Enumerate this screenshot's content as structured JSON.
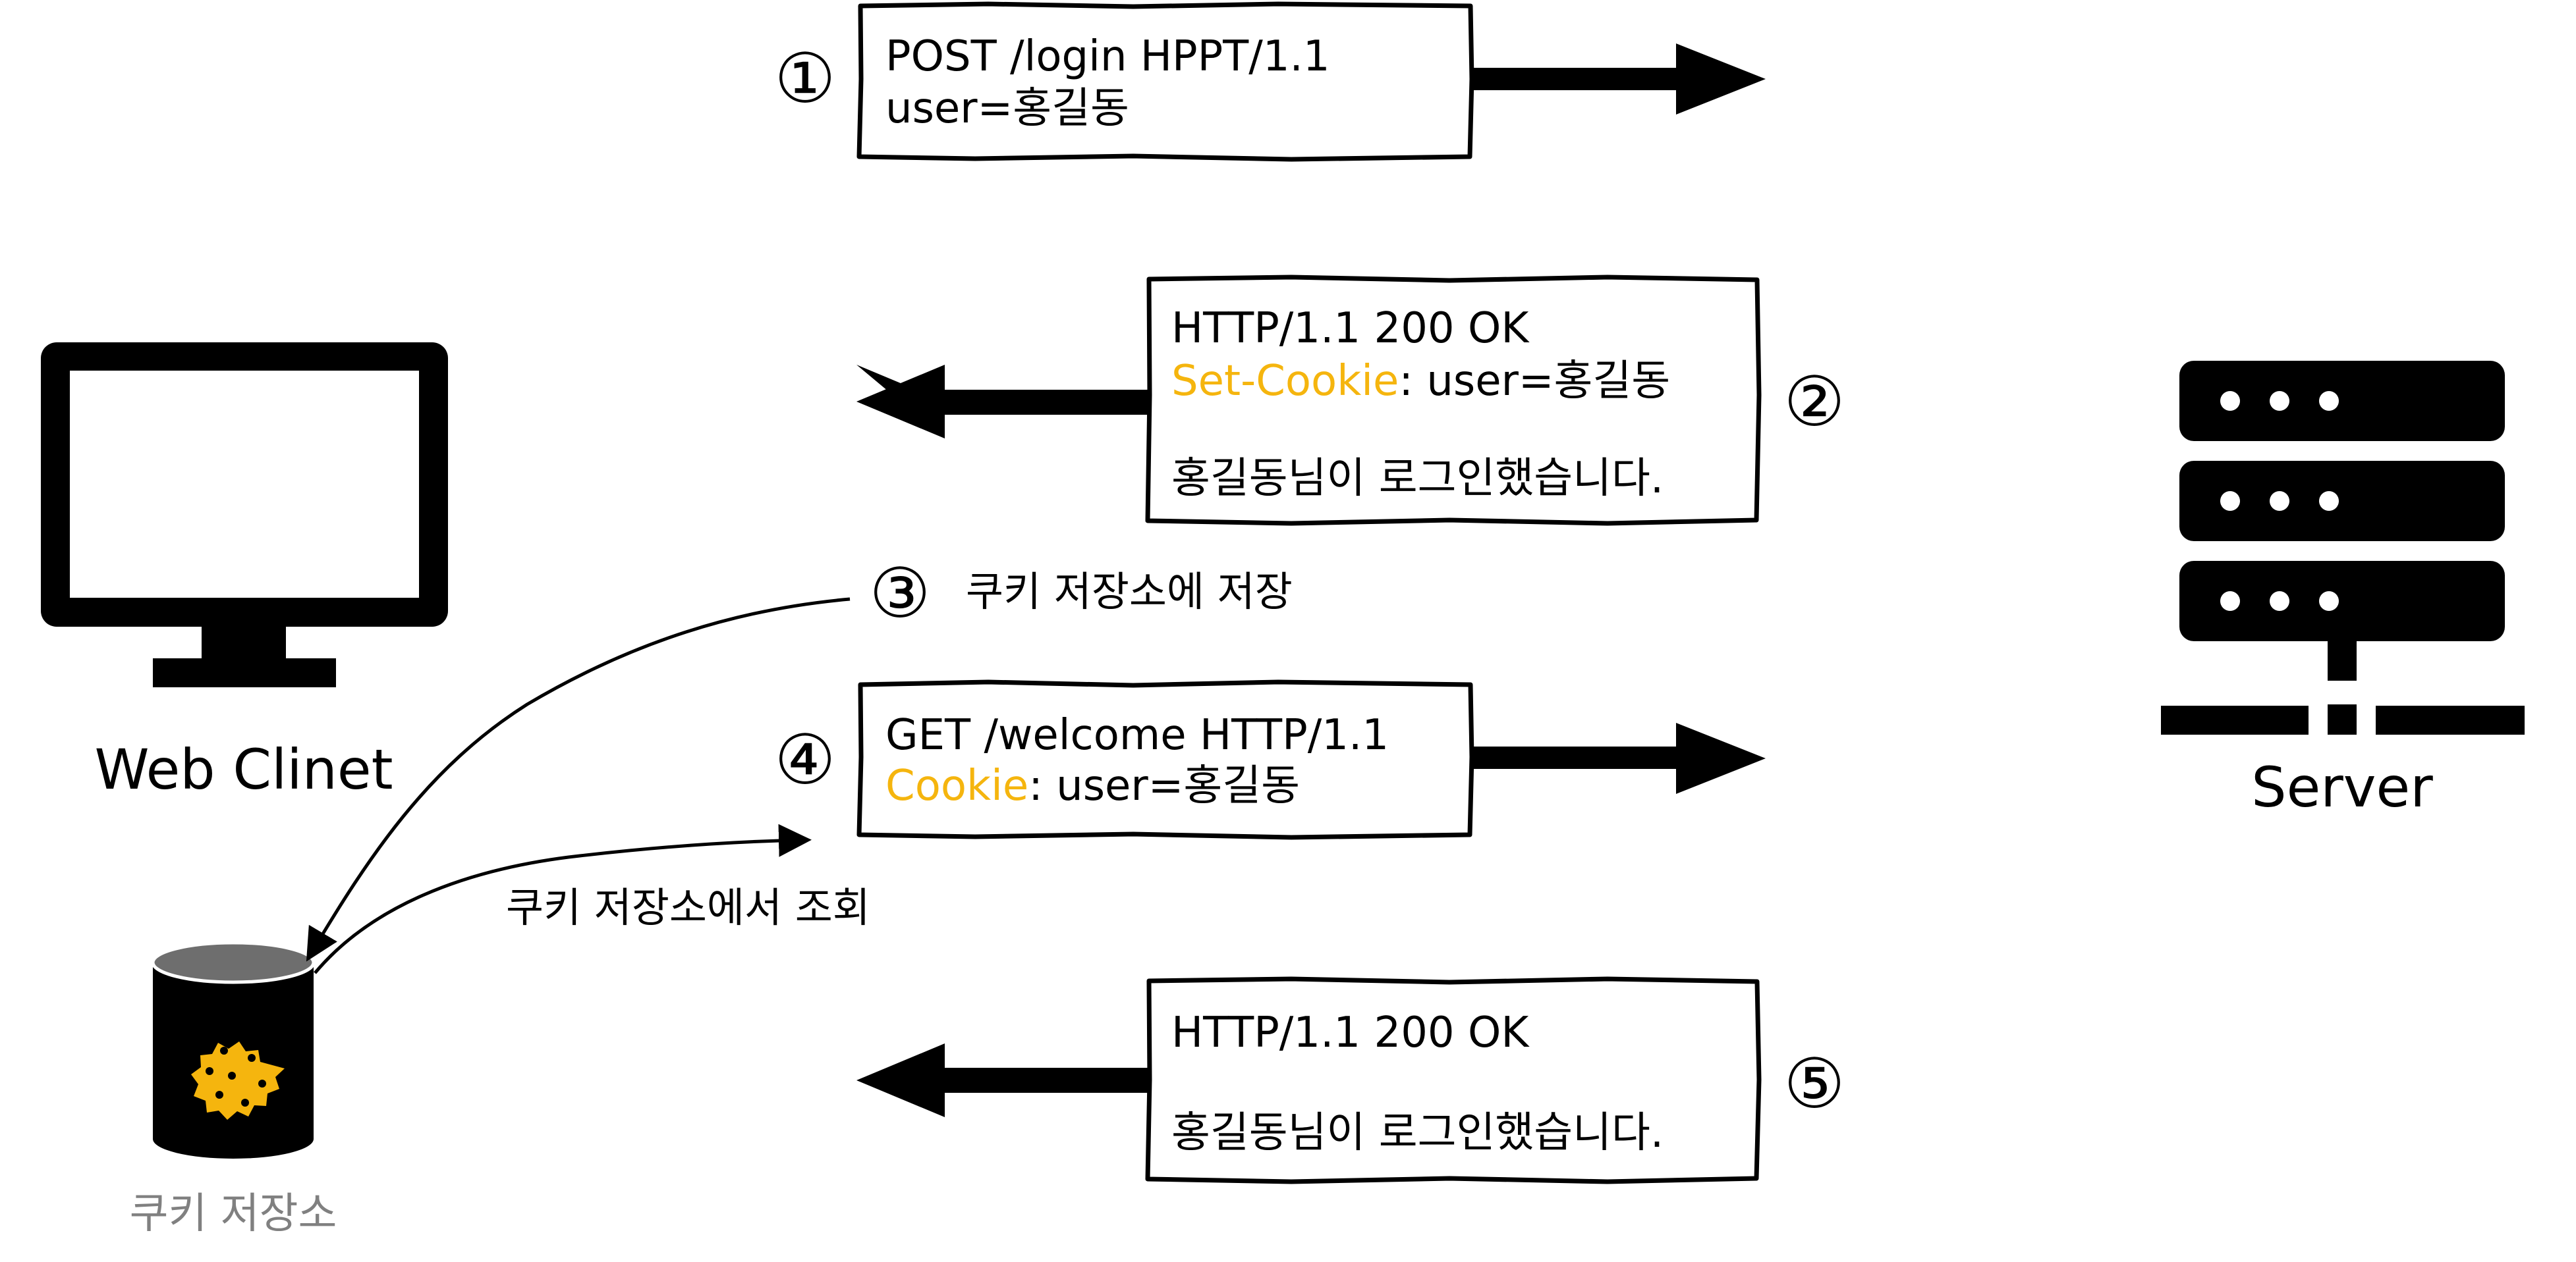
{
  "colors": {
    "ink": "#000000",
    "accent": "#f5b50e",
    "storage_top": "#6e6e6e",
    "muted_text": "#808080"
  },
  "client": {
    "label": "Web Clinet",
    "icon": "monitor-icon"
  },
  "server": {
    "label": "Server",
    "icon": "server-rack-icon"
  },
  "storage": {
    "label": "쿠키 저장소",
    "icon": "cookie-jar-icon"
  },
  "steps": [
    {
      "num": "①",
      "lines": [
        "POST /login HPPT/1.1",
        "user=홍길동"
      ]
    },
    {
      "num": "②",
      "status": "HTTP/1.1 200 OK",
      "header_key": "Set-Cookie",
      "header_value": ": user=홍길동",
      "body": "홍길동님이 로그인했습니다."
    },
    {
      "num": "③",
      "text": "쿠키 저장소에 저장"
    },
    {
      "num": "④",
      "request_line": "GET /welcome HTTP/1.1",
      "header_key": "Cookie",
      "header_value": ": user=홍길동"
    },
    {
      "num": "⑤",
      "status": "HTTP/1.1 200 OK",
      "body": "홍길동님이 로그인했습니다."
    }
  ],
  "lookup": {
    "text": "쿠키 저장소에서 조회"
  }
}
